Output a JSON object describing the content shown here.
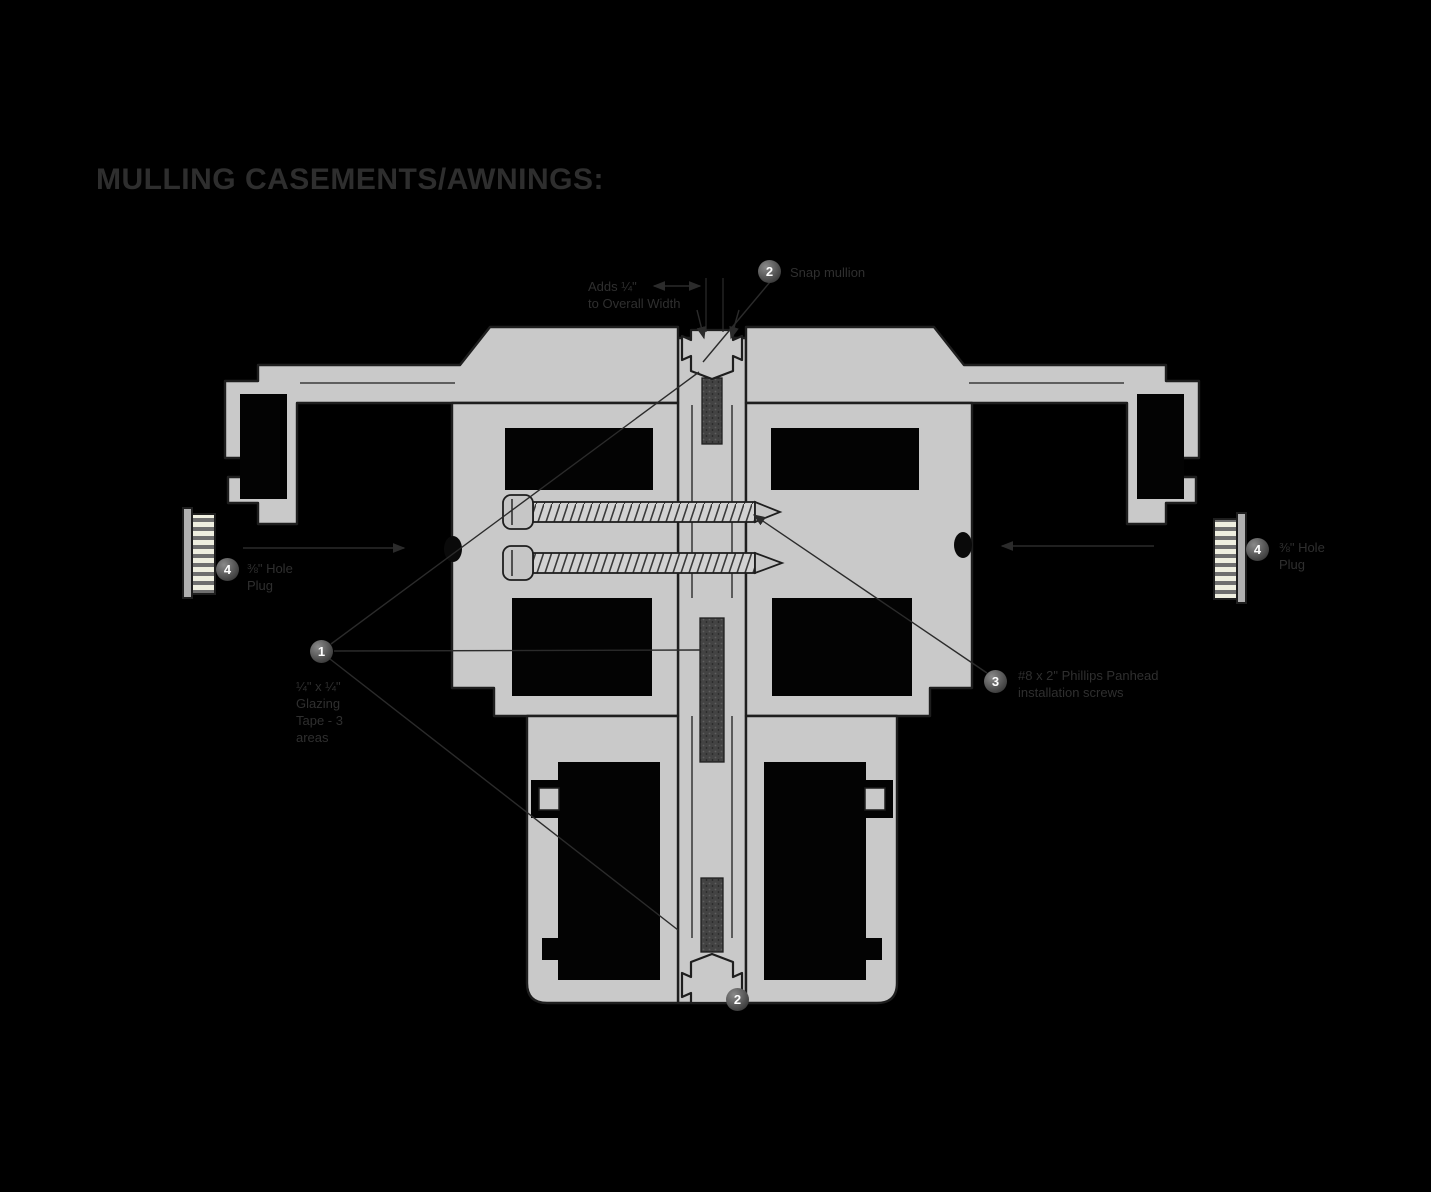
{
  "page": {
    "background_color": "#000000",
    "title": "MULLING CASEMENTS/AWNINGS:"
  },
  "diagram": {
    "colors": {
      "frame_fill": "#c9c9c9",
      "outline": "#1e1e1e",
      "glazing_tape": "#434343",
      "callout_circle": "#4f4f4f",
      "callout_number": "#ffffff",
      "label_text": "#2f2f2f",
      "title_text": "#2e2e2e"
    },
    "callouts": {
      "snap_mullion_top": {
        "number": "2",
        "label": "Snap mullion"
      },
      "adds_width_note": {
        "lines": [
          "Adds ¼\"",
          "to Overall Width"
        ]
      },
      "glazing_tape": {
        "number": "1",
        "lines": [
          "¼\" x ¼\"",
          "Glazing",
          "Tape - 3",
          "areas"
        ]
      },
      "installation_screws": {
        "number": "3",
        "lines": [
          "#8 x 2\" Phillips Panhead",
          "installation screws"
        ]
      },
      "hole_plug_left": {
        "number": "4",
        "lines": [
          "⅜\" Hole",
          "Plug"
        ]
      },
      "hole_plug_right": {
        "number": "4",
        "lines": [
          "⅜\" Hole",
          "Plug"
        ]
      },
      "snap_mullion_bottom": {
        "number": "2"
      }
    }
  }
}
